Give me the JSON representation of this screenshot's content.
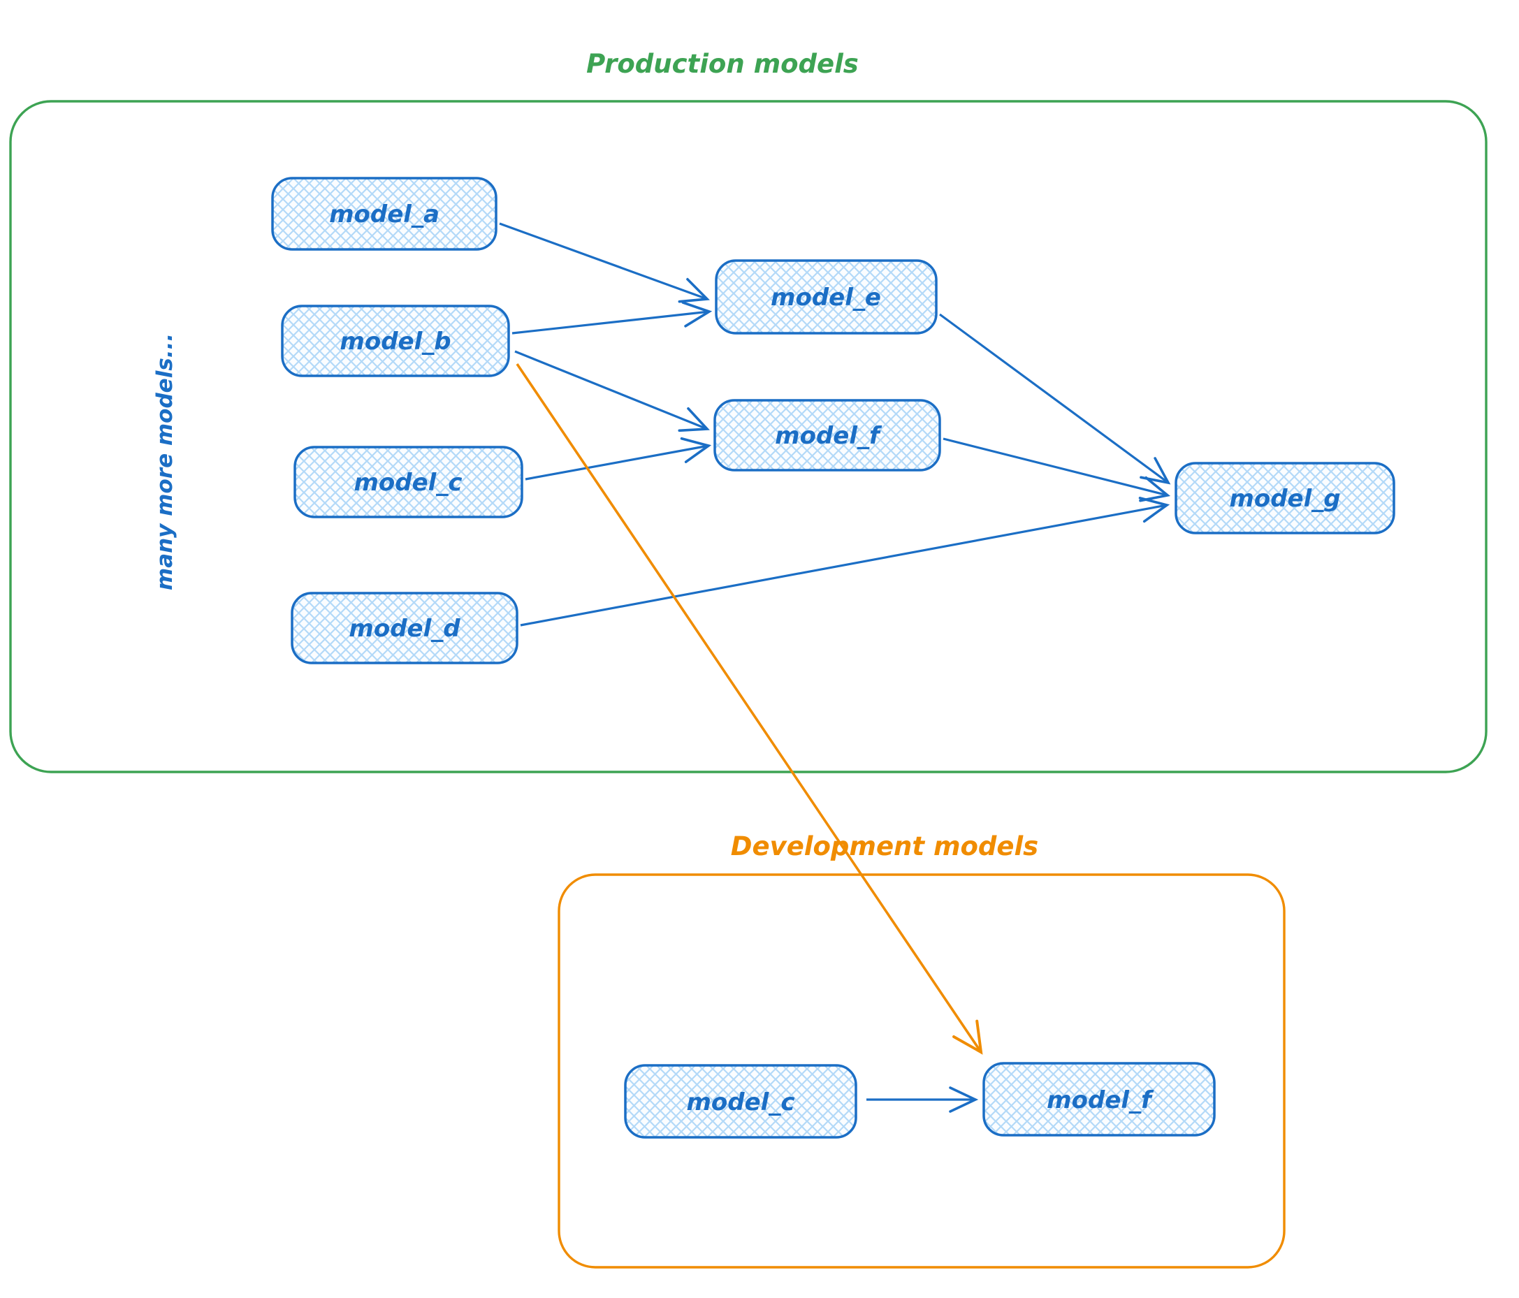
{
  "colors": {
    "blue_stroke": "#1b6ec5",
    "blue_hatch": "#b3d9f8",
    "blue_fill_bg": "#fbfdff",
    "green_stroke": "#3da353",
    "orange_stroke": "#f08c00"
  },
  "production": {
    "title": "Production models",
    "side_label": "many more models...",
    "nodes": [
      {
        "id": "model_a",
        "label": "model_a"
      },
      {
        "id": "model_b",
        "label": "model_b"
      },
      {
        "id": "model_c",
        "label": "model_c"
      },
      {
        "id": "model_d",
        "label": "model_d"
      },
      {
        "id": "model_e",
        "label": "model_e"
      },
      {
        "id": "model_f",
        "label": "model_f"
      },
      {
        "id": "model_g",
        "label": "model_g"
      }
    ]
  },
  "development": {
    "title": "Development models",
    "nodes": [
      {
        "id": "model_c",
        "label": "model_c"
      },
      {
        "id": "model_f",
        "label": "model_f"
      }
    ]
  },
  "edges": {
    "blue": [
      {
        "from": "model_a",
        "to": "model_e"
      },
      {
        "from": "model_b",
        "to": "model_e"
      },
      {
        "from": "model_b",
        "to": "model_f"
      },
      {
        "from": "model_c",
        "to": "model_f"
      },
      {
        "from": "model_e",
        "to": "model_g"
      },
      {
        "from": "model_f",
        "to": "model_g"
      },
      {
        "from": "model_d",
        "to": "model_g"
      },
      {
        "from": "development.model_c",
        "to": "development.model_f"
      }
    ],
    "orange": [
      {
        "from": "model_b",
        "to": "development.model_f"
      }
    ]
  }
}
